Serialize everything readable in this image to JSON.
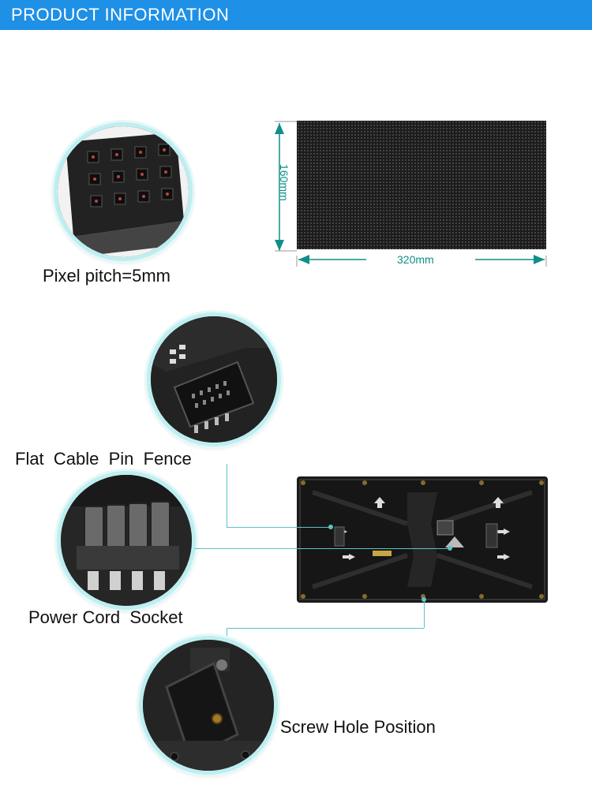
{
  "header": {
    "title": "PRODUCT INFORMATION"
  },
  "captions": {
    "pixel_pitch": "Pixel pitch=5mm",
    "flat_cable": "Flat  Cable  Pin  Fence",
    "power_cord": "Power Cord  Socket",
    "screw_hole": "Screw Hole Position"
  },
  "dimensions": {
    "width": "320mm",
    "height": "160mm"
  },
  "colors": {
    "header_bar": "#1e90e6",
    "accent_teal": "#0f8f8a",
    "circle_border": "#bfeef0"
  }
}
